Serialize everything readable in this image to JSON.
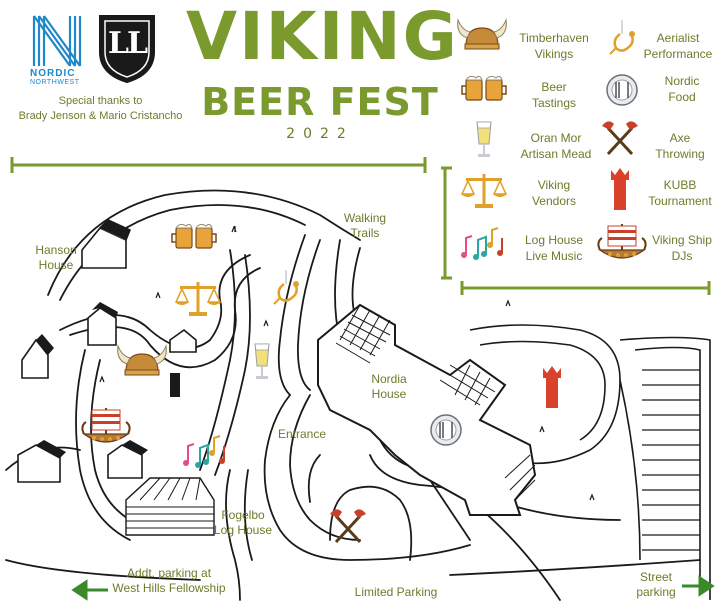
{
  "header": {
    "title": "VIKING",
    "subtitle": "BEER FEST",
    "year": "2022",
    "thanks_line1": "Special thanks to",
    "thanks_line2": "Brady Jenson & Mario Cristancho"
  },
  "logos": {
    "nordic_text1": "NORDIC",
    "nordic_text2": "NORTHWEST",
    "shield_text": "LL"
  },
  "legend": [
    {
      "icon": "viking-helmet-icon",
      "line1": "Timberhaven",
      "line2": "Vikings"
    },
    {
      "icon": "aerialist-icon",
      "line1": "Aerialist",
      "line2": "Performance"
    },
    {
      "icon": "beer-mugs-icon",
      "line1": "Beer",
      "line2": "Tastings"
    },
    {
      "icon": "food-plate-icon",
      "line1": "Nordic",
      "line2": "Food"
    },
    {
      "icon": "mead-glass-icon",
      "line1": "Oran Mor",
      "line2": "Artisan Mead"
    },
    {
      "icon": "crossed-axes-icon",
      "line1": "Axe",
      "line2": "Throwing"
    },
    {
      "icon": "scales-icon",
      "line1": "Viking",
      "line2": "Vendors"
    },
    {
      "icon": "kubb-icon",
      "line1": "KUBB",
      "line2": "Tournament"
    },
    {
      "icon": "music-notes-icon",
      "line1": "Log House",
      "line2": "Live Music"
    },
    {
      "icon": "viking-ship-icon",
      "line1": "Viking Ship",
      "line2": "DJs"
    }
  ],
  "map_labels": {
    "hanson1": "Hanson",
    "hanson2": "House",
    "walking1": "Walking",
    "walking2": "Trails",
    "nordia1": "Nordia",
    "nordia2": "House",
    "entrance": "Entrance",
    "fogelbo1": "Fogelbo",
    "fogelbo2": "Log House",
    "limited": "Limited Parking",
    "addt1": "Addt. parking at",
    "addt2": "West Hills Fellowship",
    "street1": "Street",
    "street2": "parking"
  },
  "colors": {
    "accent": "#7a9a2e",
    "text": "#6b7d2a",
    "ink": "#1a1a1a",
    "red": "#d9412b",
    "gold": "#e0a12a",
    "nordic_blue": "#1e88c9"
  }
}
